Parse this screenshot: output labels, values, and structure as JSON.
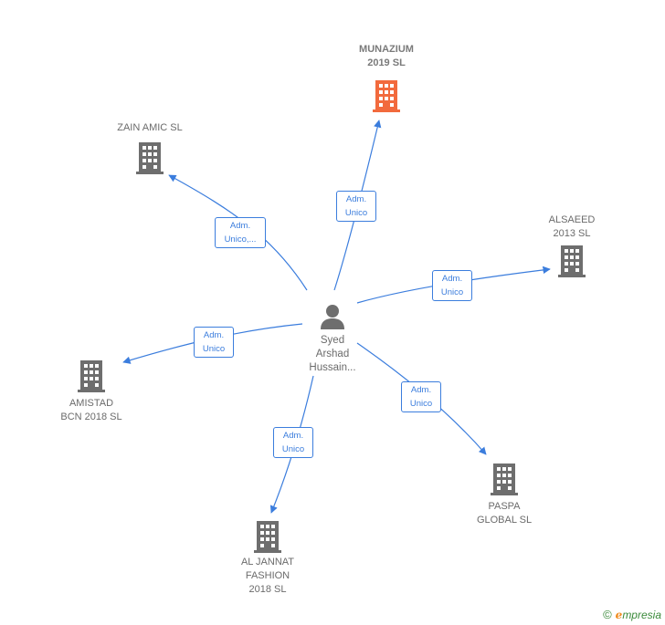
{
  "person": {
    "name": "Syed\nArshad\nHussain..."
  },
  "companies": [
    {
      "id": "munazium",
      "name": "MUNAZIUM\n2019  SL",
      "focus": true,
      "color": "#f26a3d"
    },
    {
      "id": "zain",
      "name": "ZAIN AMIC SL",
      "focus": false,
      "color": "#6e6e6e"
    },
    {
      "id": "alsaeed",
      "name": "ALSAEED\n2013 SL",
      "focus": false,
      "color": "#6e6e6e"
    },
    {
      "id": "amistad",
      "name": "AMISTAD\nBCN 2018  SL",
      "focus": false,
      "color": "#6e6e6e"
    },
    {
      "id": "paspa",
      "name": "PASPA\nGLOBAL  SL",
      "focus": false,
      "color": "#6e6e6e"
    },
    {
      "id": "aljannat",
      "name": "AL JANNAT\nFASHION\n2018  SL",
      "focus": false,
      "color": "#6e6e6e"
    }
  ],
  "edges": [
    {
      "to": "munazium",
      "label_line1": "Adm.",
      "label_line2": "Unico"
    },
    {
      "to": "zain",
      "label_line1": "Adm.",
      "label_line2": "Unico,..."
    },
    {
      "to": "alsaeed",
      "label_line1": "Adm.",
      "label_line2": "Unico"
    },
    {
      "to": "amistad",
      "label_line1": "Adm.",
      "label_line2": "Unico"
    },
    {
      "to": "paspa",
      "label_line1": "Adm.",
      "label_line2": "Unico"
    },
    {
      "to": "aljannat",
      "label_line1": "Adm.",
      "label_line2": "Unico"
    }
  ],
  "footer": {
    "copyright_symbol": "©",
    "brand_initial": "e",
    "brand_rest": "mpresia"
  },
  "colors": {
    "edge": "#3b7ddd",
    "focus_building": "#f26a3d",
    "building": "#6e6e6e"
  }
}
